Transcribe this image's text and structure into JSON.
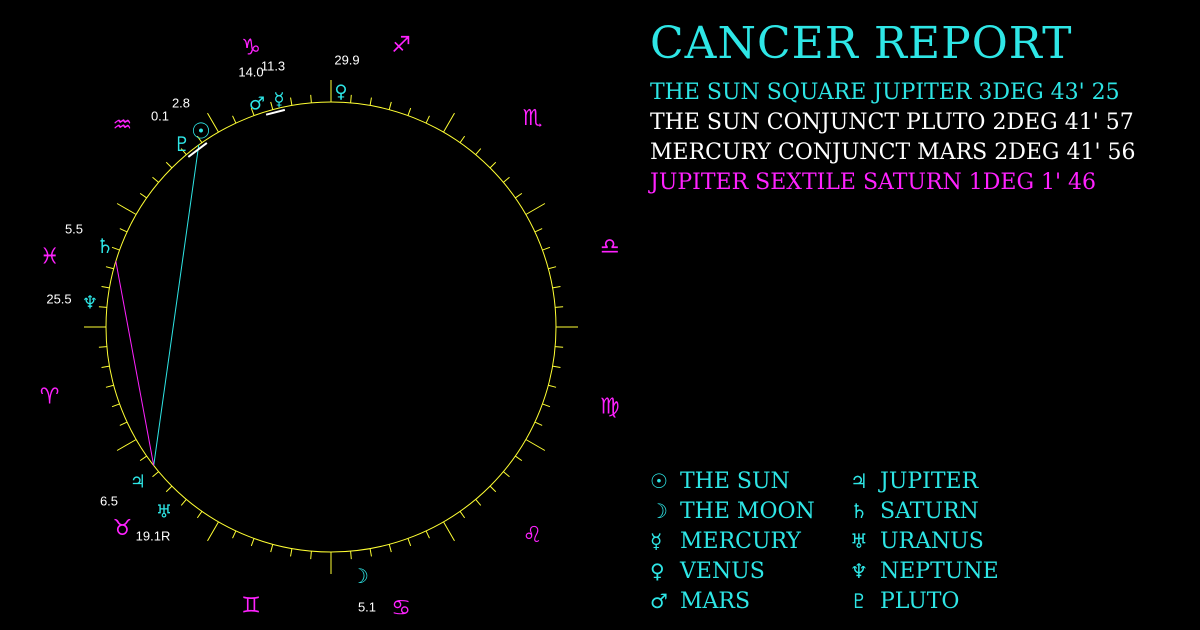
{
  "title": "CANCER REPORT",
  "aspects": [
    {
      "text": "THE SUN SQUARE JUPITER 3DEG 43' 25",
      "color": "#2ee6e6"
    },
    {
      "text": "THE SUN CONJUNCT PLUTO 2DEG 41' 57",
      "color": "#ffffff"
    },
    {
      "text": "MERCURY CONJUNCT MARS 2DEG 41' 56",
      "color": "#ffffff"
    },
    {
      "text": "JUPITER SEXTILE SATURN 1DEG 1' 46",
      "color": "#ff22ff"
    }
  ],
  "legend": [
    {
      "glyph": "☉",
      "label": "THE SUN"
    },
    {
      "glyph": "☽",
      "label": "THE MOON"
    },
    {
      "glyph": "☿",
      "label": "MERCURY"
    },
    {
      "glyph": "♀",
      "label": "VENUS"
    },
    {
      "glyph": "♂",
      "label": "MARS"
    },
    {
      "glyph": "♃",
      "label": "JUPITER"
    },
    {
      "glyph": "♄",
      "label": "SATURN"
    },
    {
      "glyph": "♅",
      "label": "URANUS"
    },
    {
      "glyph": "♆",
      "label": "NEPTUNE"
    },
    {
      "glyph": "♇",
      "label": "PLUTO"
    }
  ],
  "colors": {
    "cyan": "#2ee6e6",
    "magenta": "#ff22ff",
    "yellow": "#ffff33",
    "white": "#ffffff"
  },
  "zodiac": [
    {
      "name": "aries",
      "glyph": "♈"
    },
    {
      "name": "taurus",
      "glyph": "♉"
    },
    {
      "name": "gemini",
      "glyph": "♊"
    },
    {
      "name": "cancer",
      "glyph": "♋"
    },
    {
      "name": "leo",
      "glyph": "♌"
    },
    {
      "name": "virgo",
      "glyph": "♍"
    },
    {
      "name": "libra",
      "glyph": "♎"
    },
    {
      "name": "scorpio",
      "glyph": "♏"
    },
    {
      "name": "sagittarius",
      "glyph": "♐"
    },
    {
      "name": "capricorn",
      "glyph": "♑"
    },
    {
      "name": "aquarius",
      "glyph": "♒"
    },
    {
      "name": "pisces",
      "glyph": "♓"
    }
  ],
  "planets": [
    {
      "name": "sun",
      "glyph": "☉",
      "degree": "2.8"
    },
    {
      "name": "pluto",
      "glyph": "♇",
      "degree": "0.1"
    },
    {
      "name": "mercury",
      "glyph": "☿",
      "degree": "11.3"
    },
    {
      "name": "mars",
      "glyph": "♂",
      "degree": "14.0"
    },
    {
      "name": "venus",
      "glyph": "♀",
      "degree": "29.9"
    },
    {
      "name": "saturn",
      "glyph": "♄",
      "degree": "5.5"
    },
    {
      "name": "neptune",
      "glyph": "♆",
      "degree": "25.5"
    },
    {
      "name": "jupiter",
      "glyph": "♃",
      "degree": "6.5"
    },
    {
      "name": "uranus",
      "glyph": "♅",
      "degree": "19.1R"
    },
    {
      "name": "moon",
      "glyph": "☽",
      "degree": "5.1"
    }
  ]
}
